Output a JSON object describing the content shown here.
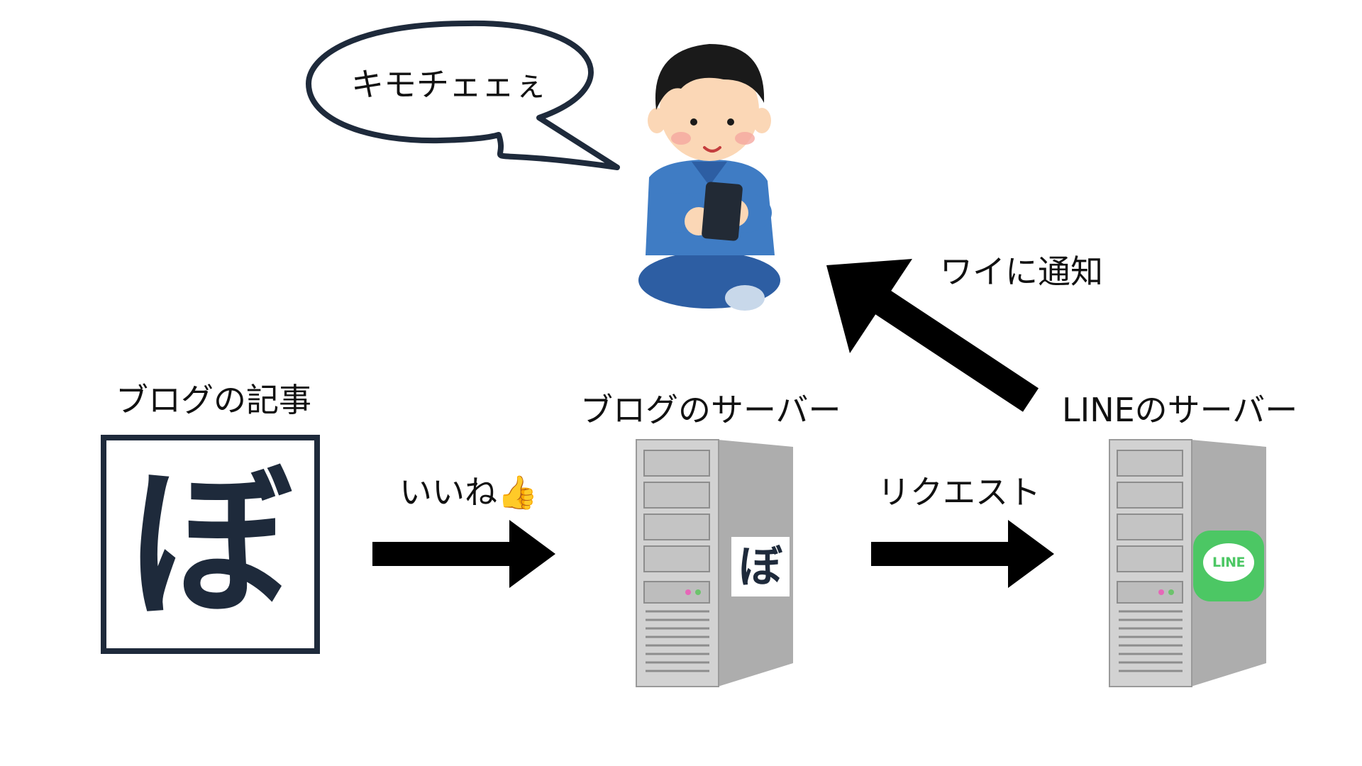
{
  "speech_bubble": {
    "text": "キモチェェぇ"
  },
  "notify": {
    "label": "ワイに通知"
  },
  "blog_article": {
    "label": "ブログの記事",
    "logo_char": "ぼ"
  },
  "like": {
    "label": "いいね👍"
  },
  "blog_server": {
    "label": "ブログのサーバー",
    "logo_char": "ぼ"
  },
  "request": {
    "label": "リクエスト"
  },
  "line_server": {
    "label": "LINEのサーバー",
    "logo_text": "LINE"
  },
  "colors": {
    "navy": "#1e2a3b",
    "line_green": "#4cc764",
    "arrow": "#000000",
    "shirt": "#3f7cc4"
  }
}
